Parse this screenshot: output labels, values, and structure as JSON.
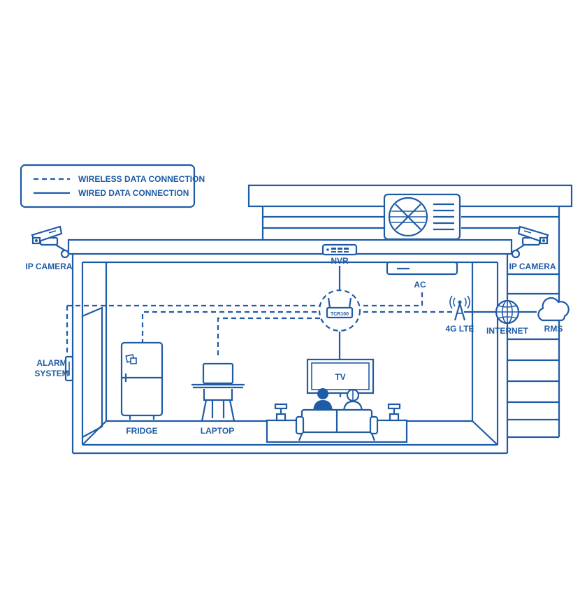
{
  "legend": {
    "wireless": "WIRELESS DATA CONNECTION",
    "wired": "WIRED DATA CONNECTION"
  },
  "labels": {
    "ip_camera_left": "IP CAMERA",
    "ip_camera_right": "IP CAMERA",
    "nvr": "NVR",
    "ac": "AC",
    "router": "TCR100",
    "lte": "4G LTE",
    "internet": "INTERNET",
    "rms": "RMS",
    "alarm_line1": "ALARM",
    "alarm_line2": "SYSTEM",
    "fridge": "FRIDGE",
    "laptop": "LAPTOP",
    "tv": "TV"
  },
  "colors": {
    "stroke": "#1f5ba6",
    "background": "#ffffff"
  }
}
